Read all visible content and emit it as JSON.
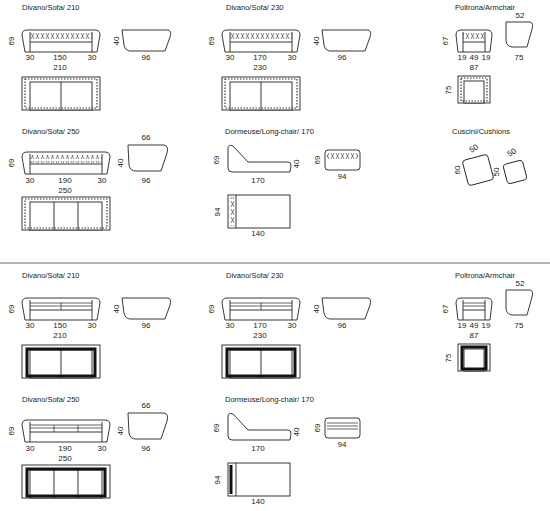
{
  "diagram": {
    "labels": [
      "Divano/Sofa/ 210",
      "69",
      "30",
      "150",
      "30",
      "210",
      "40",
      "96",
      "Divano/Sofa/ 230",
      "69",
      "30",
      "170",
      "30",
      "230",
      "40",
      "96",
      "Poltrona/Armchair",
      "52",
      "67",
      "19",
      "49",
      "19",
      "87",
      "75",
      "75",
      "Divano/Sofa/ 250",
      "66",
      "69",
      "30",
      "190",
      "30",
      "250",
      "40",
      "96",
      "Dormeuse/Long-chair/ 170",
      "69",
      "40",
      "170",
      "69",
      "94",
      "94",
      "140",
      "Cuscini/Cushions",
      "50",
      "60",
      "50",
      "50",
      "Divano/Sofa/ 210",
      "69",
      "30",
      "150",
      "30",
      "210",
      "40",
      "96",
      "Divano/Sofa/ 230",
      "69",
      "30",
      "170",
      "30",
      "230",
      "40",
      "96",
      "Poltrona/Armchair",
      "52",
      "67",
      "19",
      "49",
      "19",
      "87",
      "75",
      "75",
      "Divano/Sofa/ 250",
      "66",
      "69",
      "30",
      "190",
      "30",
      "250",
      "40",
      "96",
      "Dormeuse/Long-chair/ 170",
      "69",
      "40",
      "170",
      "69",
      "94",
      "94",
      "140"
    ]
  }
}
